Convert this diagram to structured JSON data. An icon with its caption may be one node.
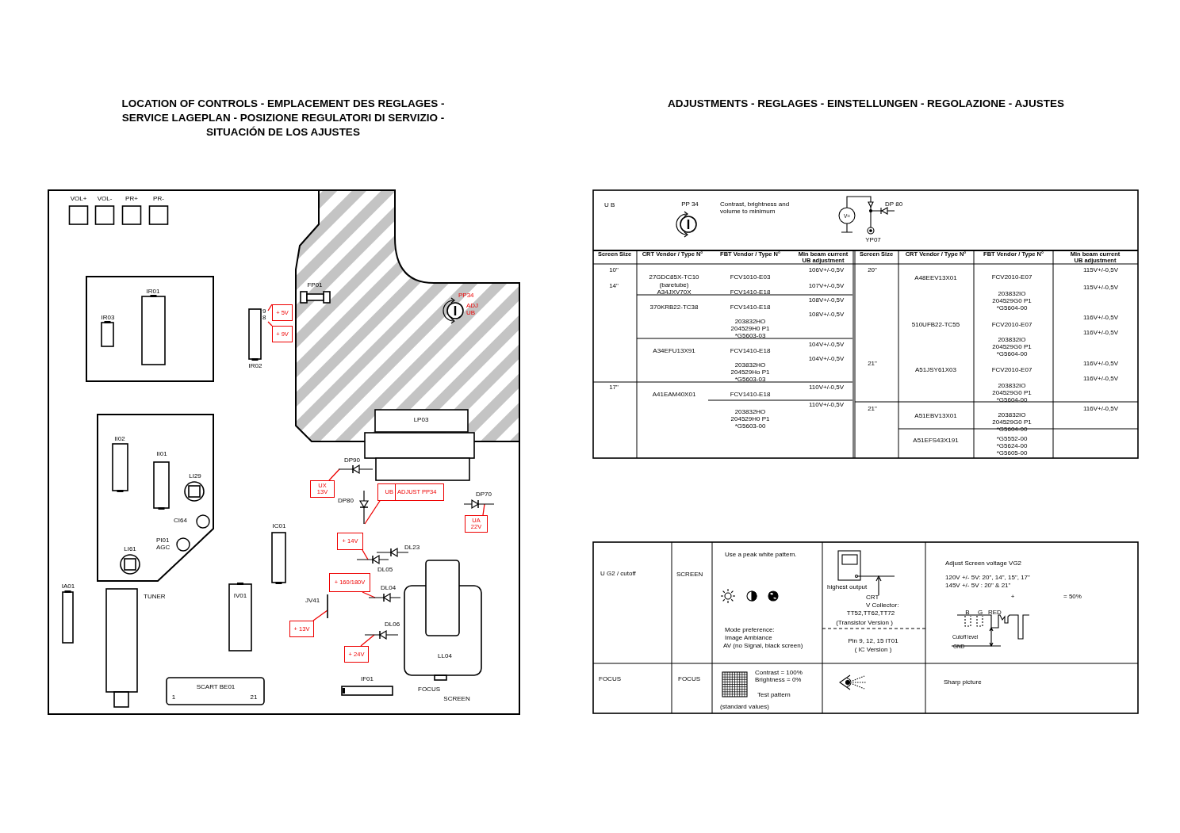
{
  "diagram": {
    "title": "LOCATION OF CONTROLS - EMPLACEMENT DES REGLAGES - SERVICE LAGEPLAN - POSIZIONE REGULATORI DI SERVIZIO - SITUACIÓN DE LOS AJUSTES",
    "nodes": [
      {
        "text": [],
        "shape": "box"
      },
      {
        "text": [
          "VOL+"
        ],
        "in": 0
      },
      {
        "text": [
          "VOL-"
        ],
        "in": 0
      },
      {
        "text": [
          "PR+"
        ],
        "in": 0
      },
      {
        "text": [
          "PR-"
        ],
        "in": 0
      },
      {
        "text": [],
        "shape": "box",
        "in": 0
      },
      {
        "text": [
          "IR01"
        ],
        "in": 5
      },
      {
        "text": [
          "IR03"
        ],
        "in": 5
      },
      {
        "text": [
          "IR02"
        ],
        "beside": [
          "9",
          "8"
        ],
        "in": 0
      },
      {
        "text": [
          "+ 5V"
        ],
        "in": 0
      },
      {
        "text": [
          "+ 9V"
        ],
        "in": 0
      },
      {
        "text": [],
        "shape": "box",
        "in": 0
      },
      {
        "text": [
          "FP01"
        ],
        "in": 11
      },
      {
        "text": [
          "PP34",
          "ADJ UB"
        ],
        "in": 11
      },
      {
        "text": [
          "LP03"
        ],
        "in": 11
      },
      {
        "text": [],
        "shape": "box",
        "in": 0
      },
      {
        "text": [],
        "shape": "box",
        "in": 0
      },
      {
        "text": [
          "II02"
        ],
        "in": 16
      },
      {
        "text": [
          "II01"
        ],
        "in": 16
      },
      {
        "text": [
          "LI29"
        ],
        "in": 16
      },
      {
        "text": [
          "CI64"
        ],
        "in": 16
      },
      {
        "text": [
          "PI01 AGC"
        ],
        "in": 16
      },
      {
        "text": [
          "LI61"
        ],
        "in": 16
      },
      {
        "text": [
          "IA01"
        ],
        "in": 0
      },
      {
        "text": [
          "TUNER"
        ],
        "in": 0
      },
      {
        "text": [
          "IV01"
        ],
        "in": 0
      },
      {
        "text": [
          "IC01"
        ],
        "in": 0
      },
      {
        "text": [
          "SCART BE01",
          "1",
          "21"
        ],
        "in": 0
      },
      {
        "text": [
          "JV41"
        ],
        "in": 0
      },
      {
        "text": [
          "DP90"
        ],
        "in": 0
      },
      {
        "text": [
          "DP80"
        ],
        "in": 0
      },
      {
        "text": [
          "DP70"
        ],
        "in": 0
      },
      {
        "text": [
          "DL23"
        ],
        "in": 0
      },
      {
        "text": [
          "DL05"
        ],
        "in": 0
      },
      {
        "text": [
          "DL04"
        ],
        "in": 0
      },
      {
        "text": [
          "DL06"
        ],
        "in": 0
      },
      {
        "text": [
          "LL04"
        ],
        "in": 0
      },
      {
        "text": [
          "IF01"
        ],
        "in": 0
      },
      {
        "text": [
          "UX 13V"
        ],
        "in": 0
      },
      {
        "text": [
          "UB",
          "ADJUST PP34"
        ],
        "in": 0
      },
      {
        "text": [
          "UA 22V"
        ],
        "in": 0
      },
      {
        "text": [
          "+ 14V"
        ],
        "in": 0
      },
      {
        "text": [
          "+ 160/180V"
        ],
        "in": 0
      },
      {
        "text": [
          "+ 13V"
        ],
        "in": 0
      },
      {
        "text": [
          "+ 24V"
        ],
        "in": 0
      }
    ],
    "edges": [
      {
        "from": 9,
        "to": 8,
        "arrow": "none"
      },
      {
        "from": 10,
        "to": 8,
        "arrow": "none"
      },
      {
        "from": 38,
        "to": 29,
        "arrow": "none"
      },
      {
        "from": 39,
        "to": 30,
        "arrow": "none"
      },
      {
        "from": 40,
        "to": 31,
        "arrow": "none"
      },
      {
        "from": 41,
        "to": 33,
        "arrow": "none"
      },
      {
        "from": 42,
        "to": 34,
        "arrow": "none"
      },
      {
        "from": 43,
        "to": 28,
        "arrow": "none"
      },
      {
        "from": 44,
        "to": 35,
        "arrow": "none"
      }
    ],
    "labels": [
      "ADJUSTMENTS - REGLAGES - EINSTELLUNGEN - REGOLAZIONE - AJUSTES",
      "U B",
      "PP 34",
      "Contrast, brightness and volume to minimum",
      "V=",
      "DP 80",
      "YP07",
      "Screen Size",
      "CRT Vendor / Type N°",
      "FBT Vendor / Type N°",
      "Min beam current UB adjustment",
      "10\"",
      "27GDC85X-TC10",
      "FCV1010-E03",
      "106V+/-0,5V",
      "14\"",
      "(baretube) A34JXV70X",
      "FCV1410-E18",
      "107V+/-0,5V",
      "370KRB22-TC38",
      "FCV1410-E18",
      "108V+/-0,5V",
      "203832HO 204529H0 P1 *G5603-03",
      "108V+/-0,5V",
      "A34EFU13X91",
      "FCV1410-E18",
      "104V+/-0,5V",
      "203832HO 204529Ho P1 *G5603-03",
      "104V+/-0,5V",
      "17\"",
      "A41EAM40X01",
      "FCV1410-E18",
      "110V+/-0,5V",
      "203832HO 204529H0 P1 *G5603-00",
      "110V+/-0,5V",
      "Screen Size",
      "CRT Vendor / Type N°",
      "FBT Vendor / Type N°",
      "Min beam current UB adjustment",
      "20\"",
      "A48EEV13X01",
      "FCV2010-E07",
      "115V+/-0,5V",
      "203832IO 204529G0 P1 *G5604-00",
      "115V+/-0,5V",
      "510UFB22-TC55",
      "FCV2010-E07",
      "116V+/-0,5V",
      "203832IO 204529G0 P1 *G5604-00",
      "116V+/-0,5V",
      "21\"",
      "A51JSY61X03",
      "FCV2010-E07",
      "116V+/-0,5V",
      "203832IO 204529G0 P1 *G5604-00",
      "116V+/-0,5V",
      "21\"",
      "A51EBV13X01",
      "203832IO 204529G0 P1 *G5604-00",
      "116V+/-0,5V",
      "A51EFS43X191",
      "*G5552-00 *G5624-00 *G5605-00",
      "U G2 / cutoff",
      "SCREEN",
      "Use a peak white pattern.",
      "Mode preference:",
      "Image Ambiance",
      "AV (no Signal, black screen)",
      "highest output",
      "CRT",
      "V Collector:",
      "TT52,TT62,TT72",
      "(Transistor Version )",
      "Pin 9, 12, 15 IT01",
      "( IC Version )",
      "Adjust Screen voltage VG2",
      "120V +/- 5V: 20\", 14\", 15\", 17\"",
      "145V +/- 5V : 20\" & 21\"",
      "+",
      "= 50%",
      "B",
      "G",
      "RED",
      "Cutoff level",
      "GND",
      "FOCUS",
      "FOCUS",
      "Contrast = 100% Brightness = 0%",
      "Test pattern",
      "(standard values)",
      "Sharp picture",
      "FOCUS",
      "SCREEN"
    ]
  }
}
